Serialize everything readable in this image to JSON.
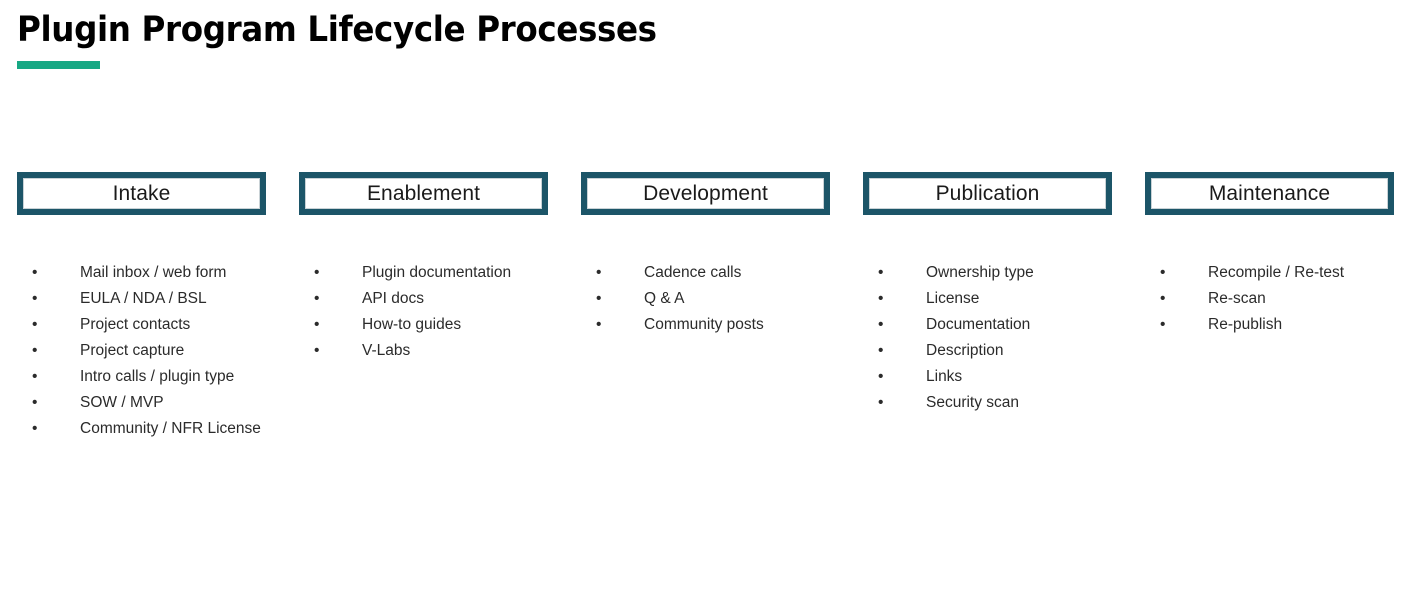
{
  "title": {
    "text": "Plugin Program Lifecycle Processes",
    "accent_color": "#17A884"
  },
  "theme": {
    "box_border_color": "#1C5568",
    "background_color": "#FFFFFF",
    "text_color": "#2B2B2B",
    "heading_color": "#1A1A1A"
  },
  "bullet_glyph": "•",
  "columns": [
    {
      "header": "Intake",
      "items": [
        "Mail inbox / web form",
        "EULA / NDA / BSL",
        "Project contacts",
        "Project capture",
        "Intro calls / plugin type",
        "SOW / MVP",
        "Community / NFR License"
      ]
    },
    {
      "header": "Enablement",
      "items": [
        "Plugin documentation",
        "API docs",
        "How-to guides",
        "V-Labs"
      ]
    },
    {
      "header": "Development",
      "items": [
        "Cadence calls",
        "Q & A",
        "Community posts"
      ]
    },
    {
      "header": "Publication",
      "items": [
        "Ownership type",
        "License",
        "Documentation",
        "Description",
        "Links",
        "Security scan"
      ]
    },
    {
      "header": "Maintenance",
      "items": [
        "Recompile / Re-test",
        "Re-scan",
        "Re-publish"
      ]
    }
  ]
}
